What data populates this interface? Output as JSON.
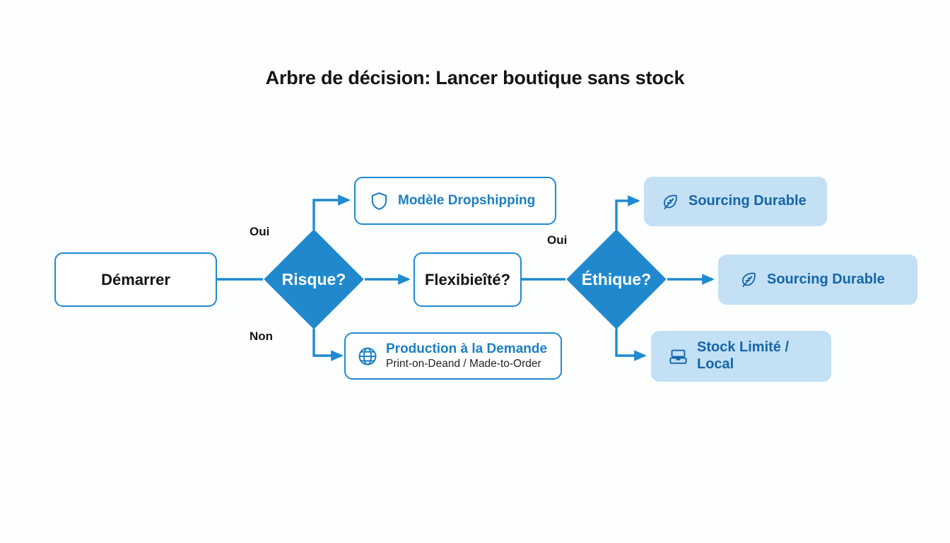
{
  "title": "Arbre de décision: Lancer boutique sans stock",
  "colors": {
    "background": "#fdfefe",
    "accent_blue": "#2089ce",
    "outline_blue": "#1f8ad0",
    "fill_light_blue": "#c3e0f5",
    "text_navy": "#1565a8",
    "text_blue": "#1c7fc4",
    "text_dark": "#141414",
    "connector": "#1f8ad0"
  },
  "nodes": {
    "start": {
      "label": "Démarrer",
      "shape": "rounded-rect",
      "style": "outline"
    },
    "decision_risk": {
      "label": "Risque?",
      "shape": "diamond"
    },
    "decision_flex": {
      "label": "Flexibieîté?",
      "shape": "rounded-rect",
      "style": "outline"
    },
    "decision_ethics": {
      "label": "Éthique?",
      "shape": "diamond"
    },
    "dropshipping": {
      "icon": "shield-icon",
      "title": "Modèle Dropshipping",
      "subtitle": "",
      "shape": "rounded-rect",
      "style": "outline"
    },
    "on_demand": {
      "icon": "globe-icon",
      "title": "Production à la Demande",
      "subtitle": "Print-on-Deand / Made-to-Order",
      "shape": "rounded-rect",
      "style": "outline"
    },
    "sourcing_top": {
      "icon": "leaf-icon",
      "title": "Sourcing Durable",
      "subtitle": "",
      "shape": "rounded-rect",
      "style": "filled"
    },
    "sourcing_mid": {
      "icon": "leaf-icon",
      "title": "Sourcing Durable",
      "subtitle": "",
      "shape": "rounded-rect",
      "style": "filled"
    },
    "stock_local": {
      "icon": "package-icon",
      "title": "Stock Limité /",
      "title_line2": "Local",
      "shape": "rounded-rect",
      "style": "filled"
    }
  },
  "edge_labels": {
    "risk_yes": "Oui",
    "risk_no": "Non",
    "ethics_yes": "Oui"
  }
}
